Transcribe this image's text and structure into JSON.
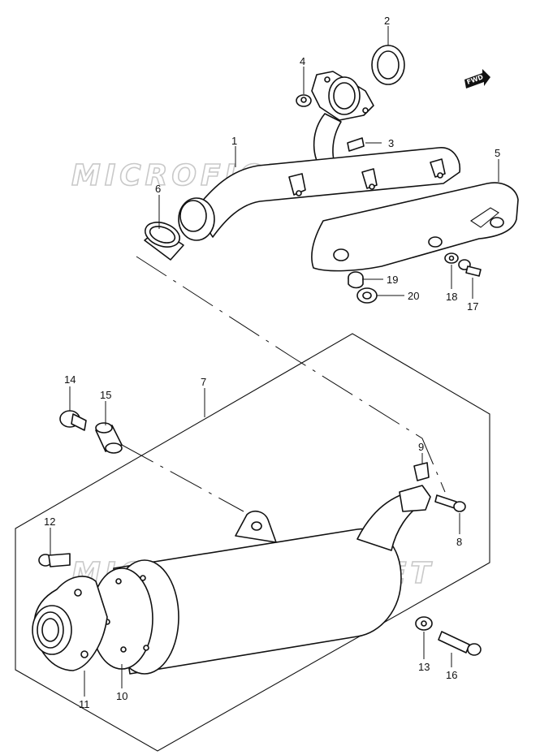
{
  "watermark": "MICROFICHES.NET",
  "direction_arrow": "FWD",
  "callouts": [
    "1",
    "2",
    "3",
    "4",
    "5",
    "6",
    "7",
    "8",
    "9",
    "10",
    "11",
    "12",
    "13",
    "14",
    "15",
    "16",
    "17",
    "18",
    "19",
    "20"
  ]
}
